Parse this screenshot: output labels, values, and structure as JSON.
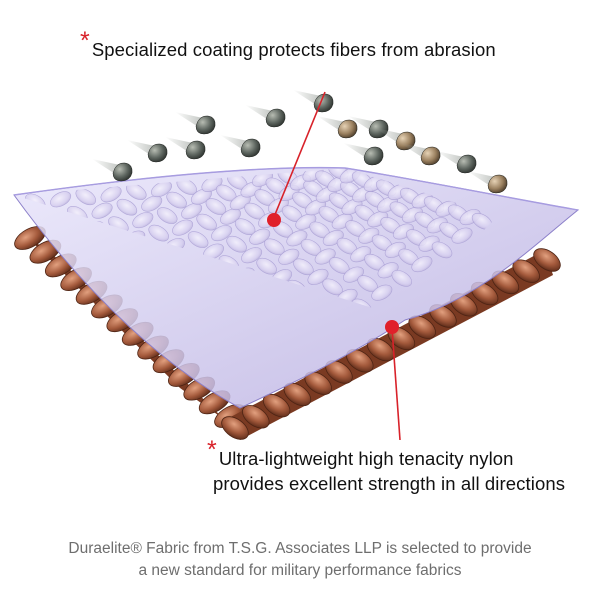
{
  "callouts": {
    "coating": {
      "marker": "*",
      "text": "Specialized coating protects fibers from abrasion"
    },
    "nylon": {
      "marker": "*",
      "line1": "Ultra-lightweight high tenacity nylon",
      "line2": "provides excellent strength in all directions"
    }
  },
  "caption": {
    "line1": "Duraelite® Fabric from T.S.G. Associates LLP is selected to provide",
    "line2": "a new standard for military performance fabrics"
  },
  "colors": {
    "accent": "#d8222a",
    "nylon_fiber": "#a45a3c",
    "coating": "#c9c2ec",
    "caption_text": "#6e6e6e"
  }
}
